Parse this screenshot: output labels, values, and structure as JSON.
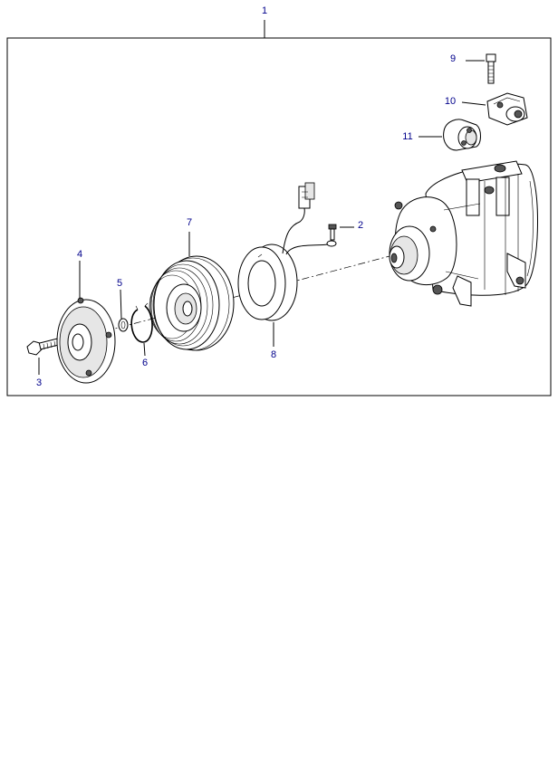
{
  "diagram": {
    "callouts": {
      "assembly": "1",
      "ground_screw": "2",
      "bolt": "3",
      "hub": "4",
      "shim": "5",
      "snap_ring": "6",
      "pulley": "7",
      "field_coil": "8",
      "cap_screw": "9",
      "bracket": "10",
      "valve": "11"
    },
    "callout_color": "#00008b"
  }
}
